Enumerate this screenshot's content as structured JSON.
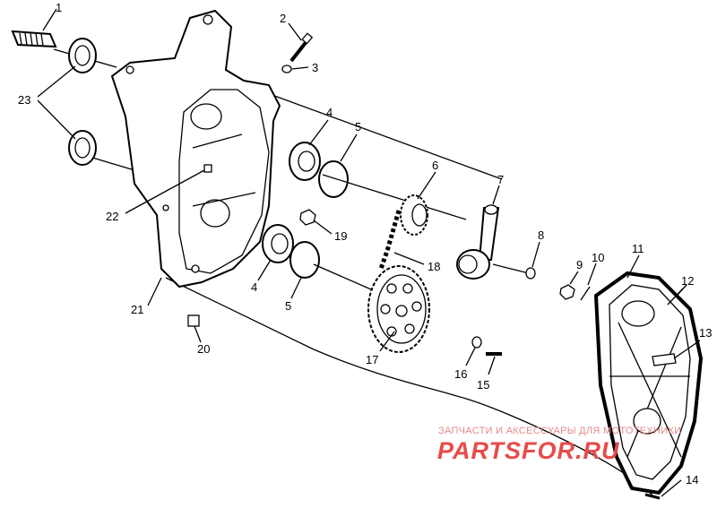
{
  "callouts": [
    {
      "id": "1",
      "text": "1"
    },
    {
      "id": "2",
      "text": "2"
    },
    {
      "id": "3",
      "text": "3"
    },
    {
      "id": "4a",
      "text": "4"
    },
    {
      "id": "4b",
      "text": "4"
    },
    {
      "id": "5a",
      "text": "5"
    },
    {
      "id": "5b",
      "text": "5"
    },
    {
      "id": "6",
      "text": "6"
    },
    {
      "id": "7",
      "text": "7"
    },
    {
      "id": "8",
      "text": "8"
    },
    {
      "id": "9",
      "text": "9"
    },
    {
      "id": "10",
      "text": "10"
    },
    {
      "id": "11",
      "text": "11"
    },
    {
      "id": "12",
      "text": "12"
    },
    {
      "id": "13",
      "text": "13"
    },
    {
      "id": "14",
      "text": "14"
    },
    {
      "id": "15",
      "text": "15"
    },
    {
      "id": "16",
      "text": "16"
    },
    {
      "id": "17",
      "text": "17"
    },
    {
      "id": "18",
      "text": "18"
    },
    {
      "id": "19",
      "text": "19"
    },
    {
      "id": "20",
      "text": "20"
    },
    {
      "id": "21",
      "text": "21"
    },
    {
      "id": "22",
      "text": "22"
    },
    {
      "id": "23",
      "text": "23"
    }
  ],
  "watermark": {
    "tagline": "ЗАПЧАСТИ И АКСЕССУАРЫ ДЛЯ МОТОТЕХНИКИ",
    "brand": "PARTSFOR.RU",
    "color_primary": "#e74b4b",
    "color_secondary": "#e58a8a"
  }
}
